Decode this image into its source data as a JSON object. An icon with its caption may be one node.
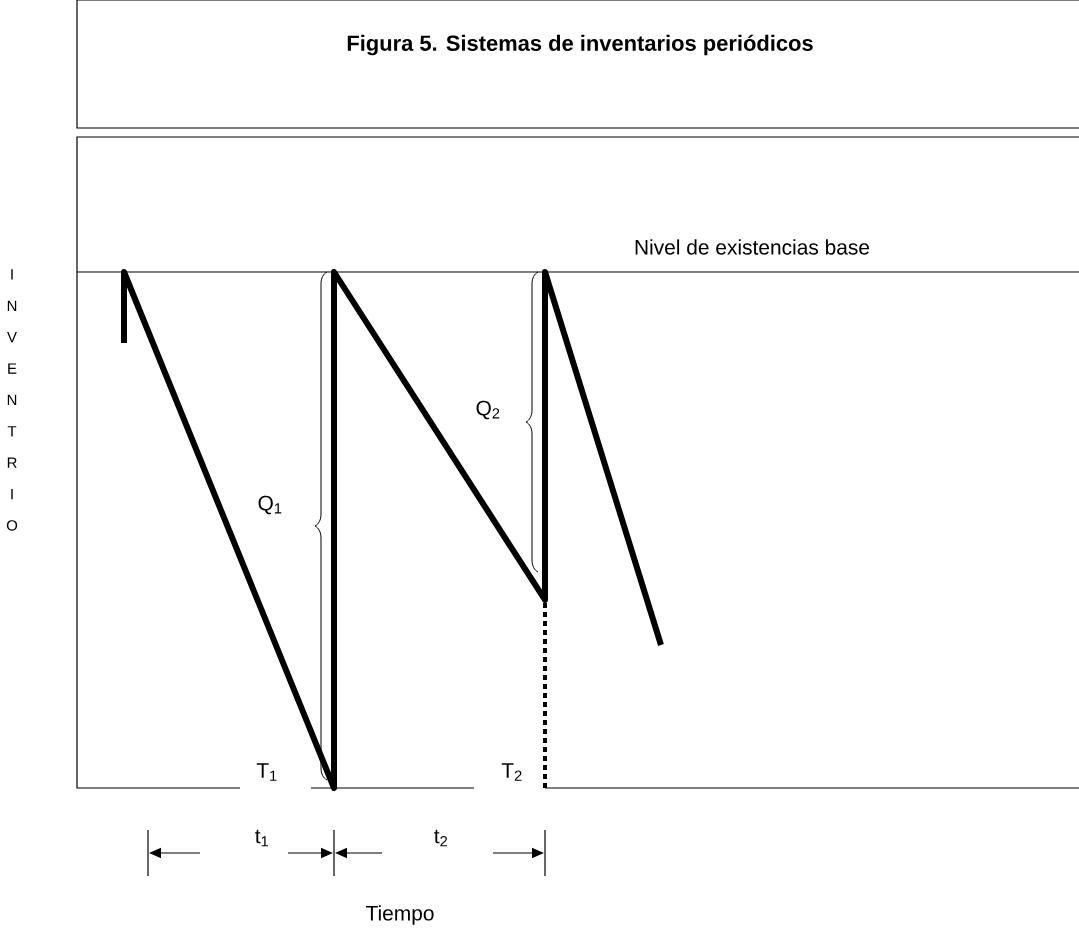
{
  "diagram": {
    "title": "Figura 5. Sistemas de inventarios periódicos",
    "labels": [
      "Nivel de existencias base",
      "I N V E N T R I O",
      "Q$_{2}$",
      "Q$_{1}$",
      "T$_{1}$",
      "T$_{2}$",
      "t$_{1}$",
      "t$_{2}$",
      "Tiempo"
    ]
  }
}
